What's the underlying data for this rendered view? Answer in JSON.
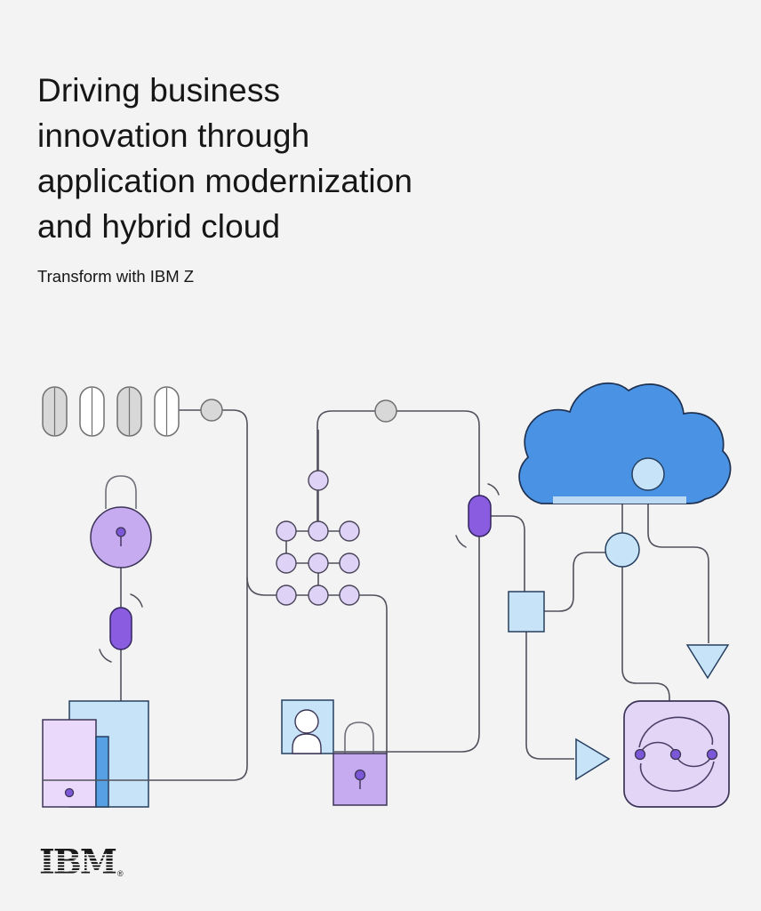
{
  "page": {
    "background_color": "#f3f3f4",
    "title_lines": [
      "Driving business",
      "innovation through",
      "application modernization",
      "and hybrid cloud"
    ],
    "subtitle": "Transform with IBM Z",
    "brand_logo": "IBM",
    "registered_mark": "®"
  },
  "illustration": {
    "description": "Abstract hybrid-cloud and security line illustration",
    "icons": [
      {
        "name": "data-pills-icon"
      },
      {
        "name": "connector-node-icon"
      },
      {
        "name": "padlock-circle-icon"
      },
      {
        "name": "capsule-icon"
      },
      {
        "name": "device-stack-icon"
      },
      {
        "name": "node-grid-icon"
      },
      {
        "name": "user-card-icon"
      },
      {
        "name": "padlock-square-icon"
      },
      {
        "name": "cloud-icon"
      },
      {
        "name": "port-circle-icon"
      },
      {
        "name": "junction-circle-icon"
      },
      {
        "name": "process-square-icon"
      },
      {
        "name": "arrow-right-icon"
      },
      {
        "name": "arrow-down-icon"
      },
      {
        "name": "sync-panel-icon"
      }
    ],
    "colors": {
      "bg": "#f3f3f4",
      "text": "#161616",
      "line": "#51515c",
      "cloud_blue": "#4a92e4",
      "light_blue": "#c6e3f8",
      "accent_blue": "#58a0e4",
      "purple": "#8a5ce0",
      "light_purple": "#c7abf0",
      "pale_purple": "#ded3f7",
      "lavender": "#e2d5f6",
      "pale_lilac": "#ead9fb",
      "gray": "#d8d8d8"
    }
  }
}
